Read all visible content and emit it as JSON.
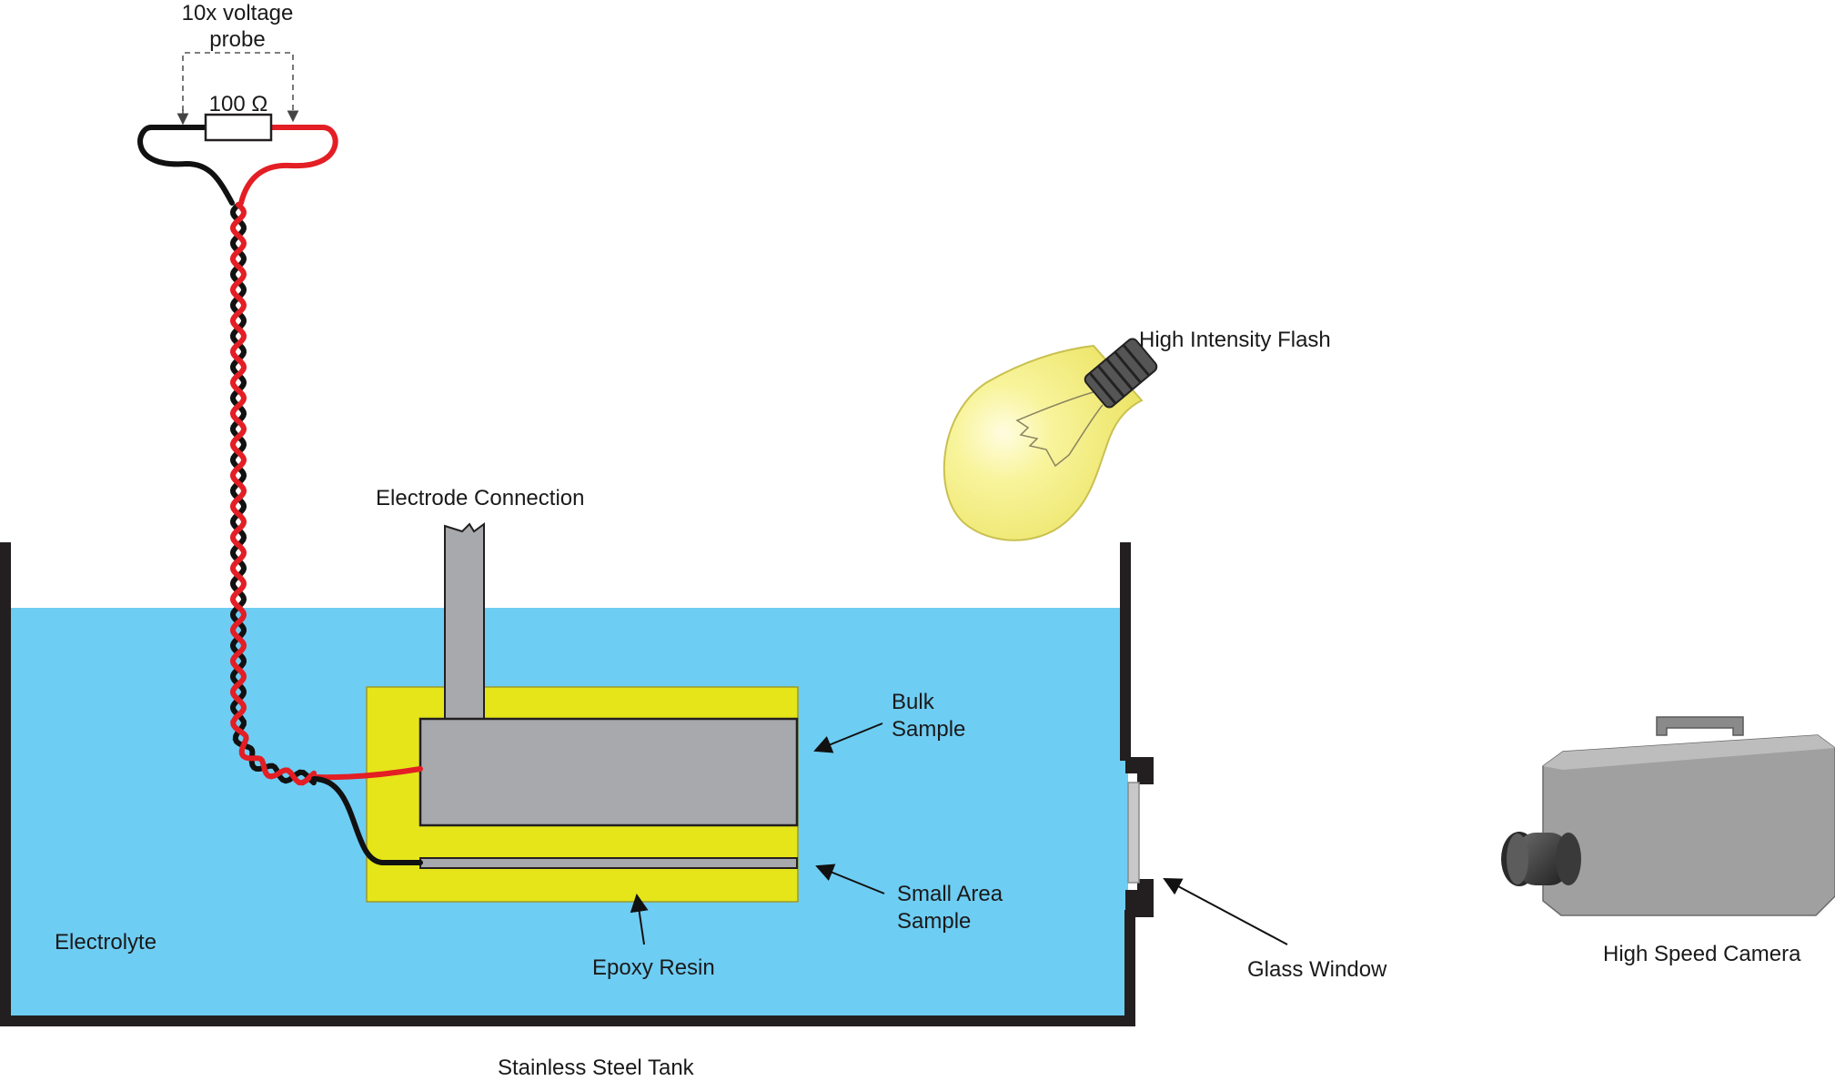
{
  "labels": {
    "probe_line1": "10x voltage",
    "probe_line2": "probe",
    "resistor": "100 Ω",
    "electrode_connection": "Electrode Connection",
    "flash": "High Intensity Flash",
    "bulk_line1": "Bulk",
    "bulk_line2": "Sample",
    "small_line1": "Small Area",
    "small_line2": "Sample",
    "epoxy": "Epoxy Resin",
    "electrolyte": "Electrolyte",
    "glass_window": "Glass Window",
    "camera": "High Speed Camera",
    "tank": "Stainless Steel Tank"
  },
  "colors": {
    "electrolyte": "#6ecdf3",
    "epoxy": "#e5e51a",
    "metal": "#a7a9ac",
    "wire_red": "#e31e24",
    "wire_black": "#111111",
    "bulb": "#f6f28a",
    "camera_body": "#9a9a9a"
  }
}
